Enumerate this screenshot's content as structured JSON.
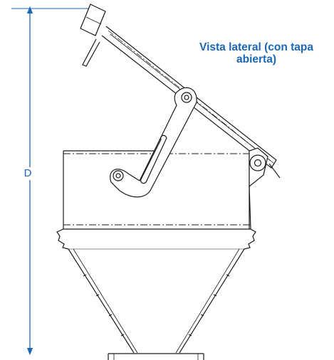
{
  "view_title_line1": "Vista lateral (con tapa",
  "view_title_line2": "abierta)",
  "dimension_label": "D",
  "colors": {
    "accent": "#1a67b8",
    "line": "#1a1a1a",
    "background": "#ffffff"
  }
}
